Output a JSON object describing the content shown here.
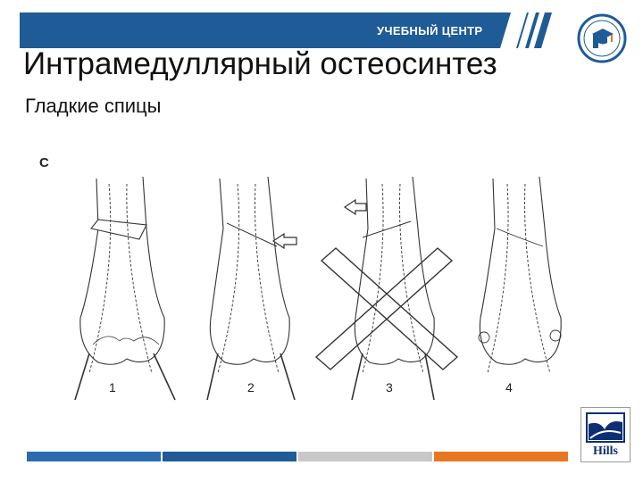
{
  "header": {
    "label": "УЧЕБНЫЙ ЦЕНТР"
  },
  "slide": {
    "title": "Интрамедуллярный остеосинтез",
    "subtitle": "Гладкие спицы"
  },
  "figure": {
    "panel_letter": "C",
    "labels": [
      "1",
      "2",
      "3",
      "4"
    ]
  },
  "logos": {
    "brand_text": "Hills"
  },
  "colors": {
    "header_blue": "#1f5b96",
    "brand_navy": "#0e2f73",
    "stripe_grey": "#c8c8c8",
    "stripe_orange": "#e87722"
  }
}
